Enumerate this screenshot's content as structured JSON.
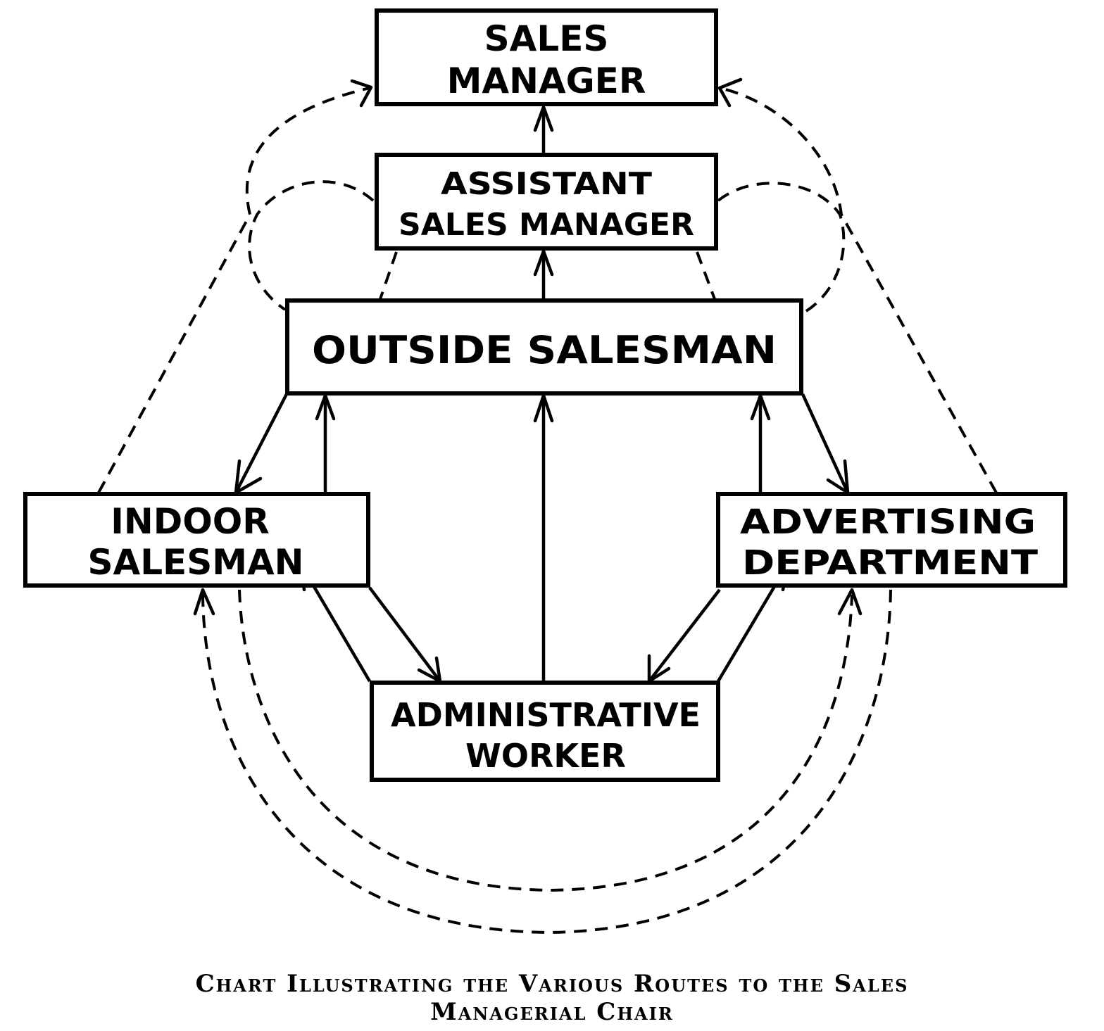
{
  "diagram": {
    "nodes": [
      {
        "id": "sales-manager",
        "lines": [
          "SALES",
          "MANAGER"
        ]
      },
      {
        "id": "assistant-sales-manager",
        "lines": [
          "ASSISTANT",
          "SALES MANAGER"
        ]
      },
      {
        "id": "outside-salesman",
        "lines": [
          "OUTSIDE SALESMAN"
        ]
      },
      {
        "id": "indoor-salesman",
        "lines": [
          "INDOOR",
          "SALESMAN"
        ]
      },
      {
        "id": "advertising-department",
        "lines": [
          "ADVERTISING",
          "DEPARTMENT"
        ]
      },
      {
        "id": "administrative-worker",
        "lines": [
          "ADMINISTRATIVE",
          "WORKER"
        ]
      }
    ],
    "edges": [
      {
        "from": "assistant-sales-manager",
        "to": "sales-manager",
        "style": "solid"
      },
      {
        "from": "outside-salesman",
        "to": "assistant-sales-manager",
        "style": "solid"
      },
      {
        "from": "outside-salesman",
        "to": "indoor-salesman",
        "style": "solid"
      },
      {
        "from": "indoor-salesman",
        "to": "outside-salesman",
        "style": "solid"
      },
      {
        "from": "outside-salesman",
        "to": "advertising-department",
        "style": "solid"
      },
      {
        "from": "advertising-department",
        "to": "outside-salesman",
        "style": "solid"
      },
      {
        "from": "administrative-worker",
        "to": "outside-salesman",
        "style": "solid"
      },
      {
        "from": "indoor-salesman",
        "to": "administrative-worker",
        "style": "solid"
      },
      {
        "from": "administrative-worker",
        "to": "indoor-salesman",
        "style": "solid"
      },
      {
        "from": "advertising-department",
        "to": "administrative-worker",
        "style": "solid"
      },
      {
        "from": "administrative-worker",
        "to": "advertising-department",
        "style": "solid"
      },
      {
        "from": "indoor-salesman",
        "to": "sales-manager",
        "style": "dashed"
      },
      {
        "from": "advertising-department",
        "to": "sales-manager",
        "style": "dashed"
      },
      {
        "from": "outside-salesman",
        "to": "assistant-sales-manager",
        "style": "dashed",
        "note": "left loop"
      },
      {
        "from": "outside-salesman",
        "to": "assistant-sales-manager",
        "style": "dashed",
        "note": "right loop"
      },
      {
        "from": "indoor-salesman",
        "to": "advertising-department",
        "style": "dashed"
      },
      {
        "from": "advertising-department",
        "to": "indoor-salesman",
        "style": "dashed"
      }
    ]
  },
  "caption": {
    "line1": "Chart Illustrating the Various Routes to the Sales",
    "line2": "Managerial Chair"
  }
}
